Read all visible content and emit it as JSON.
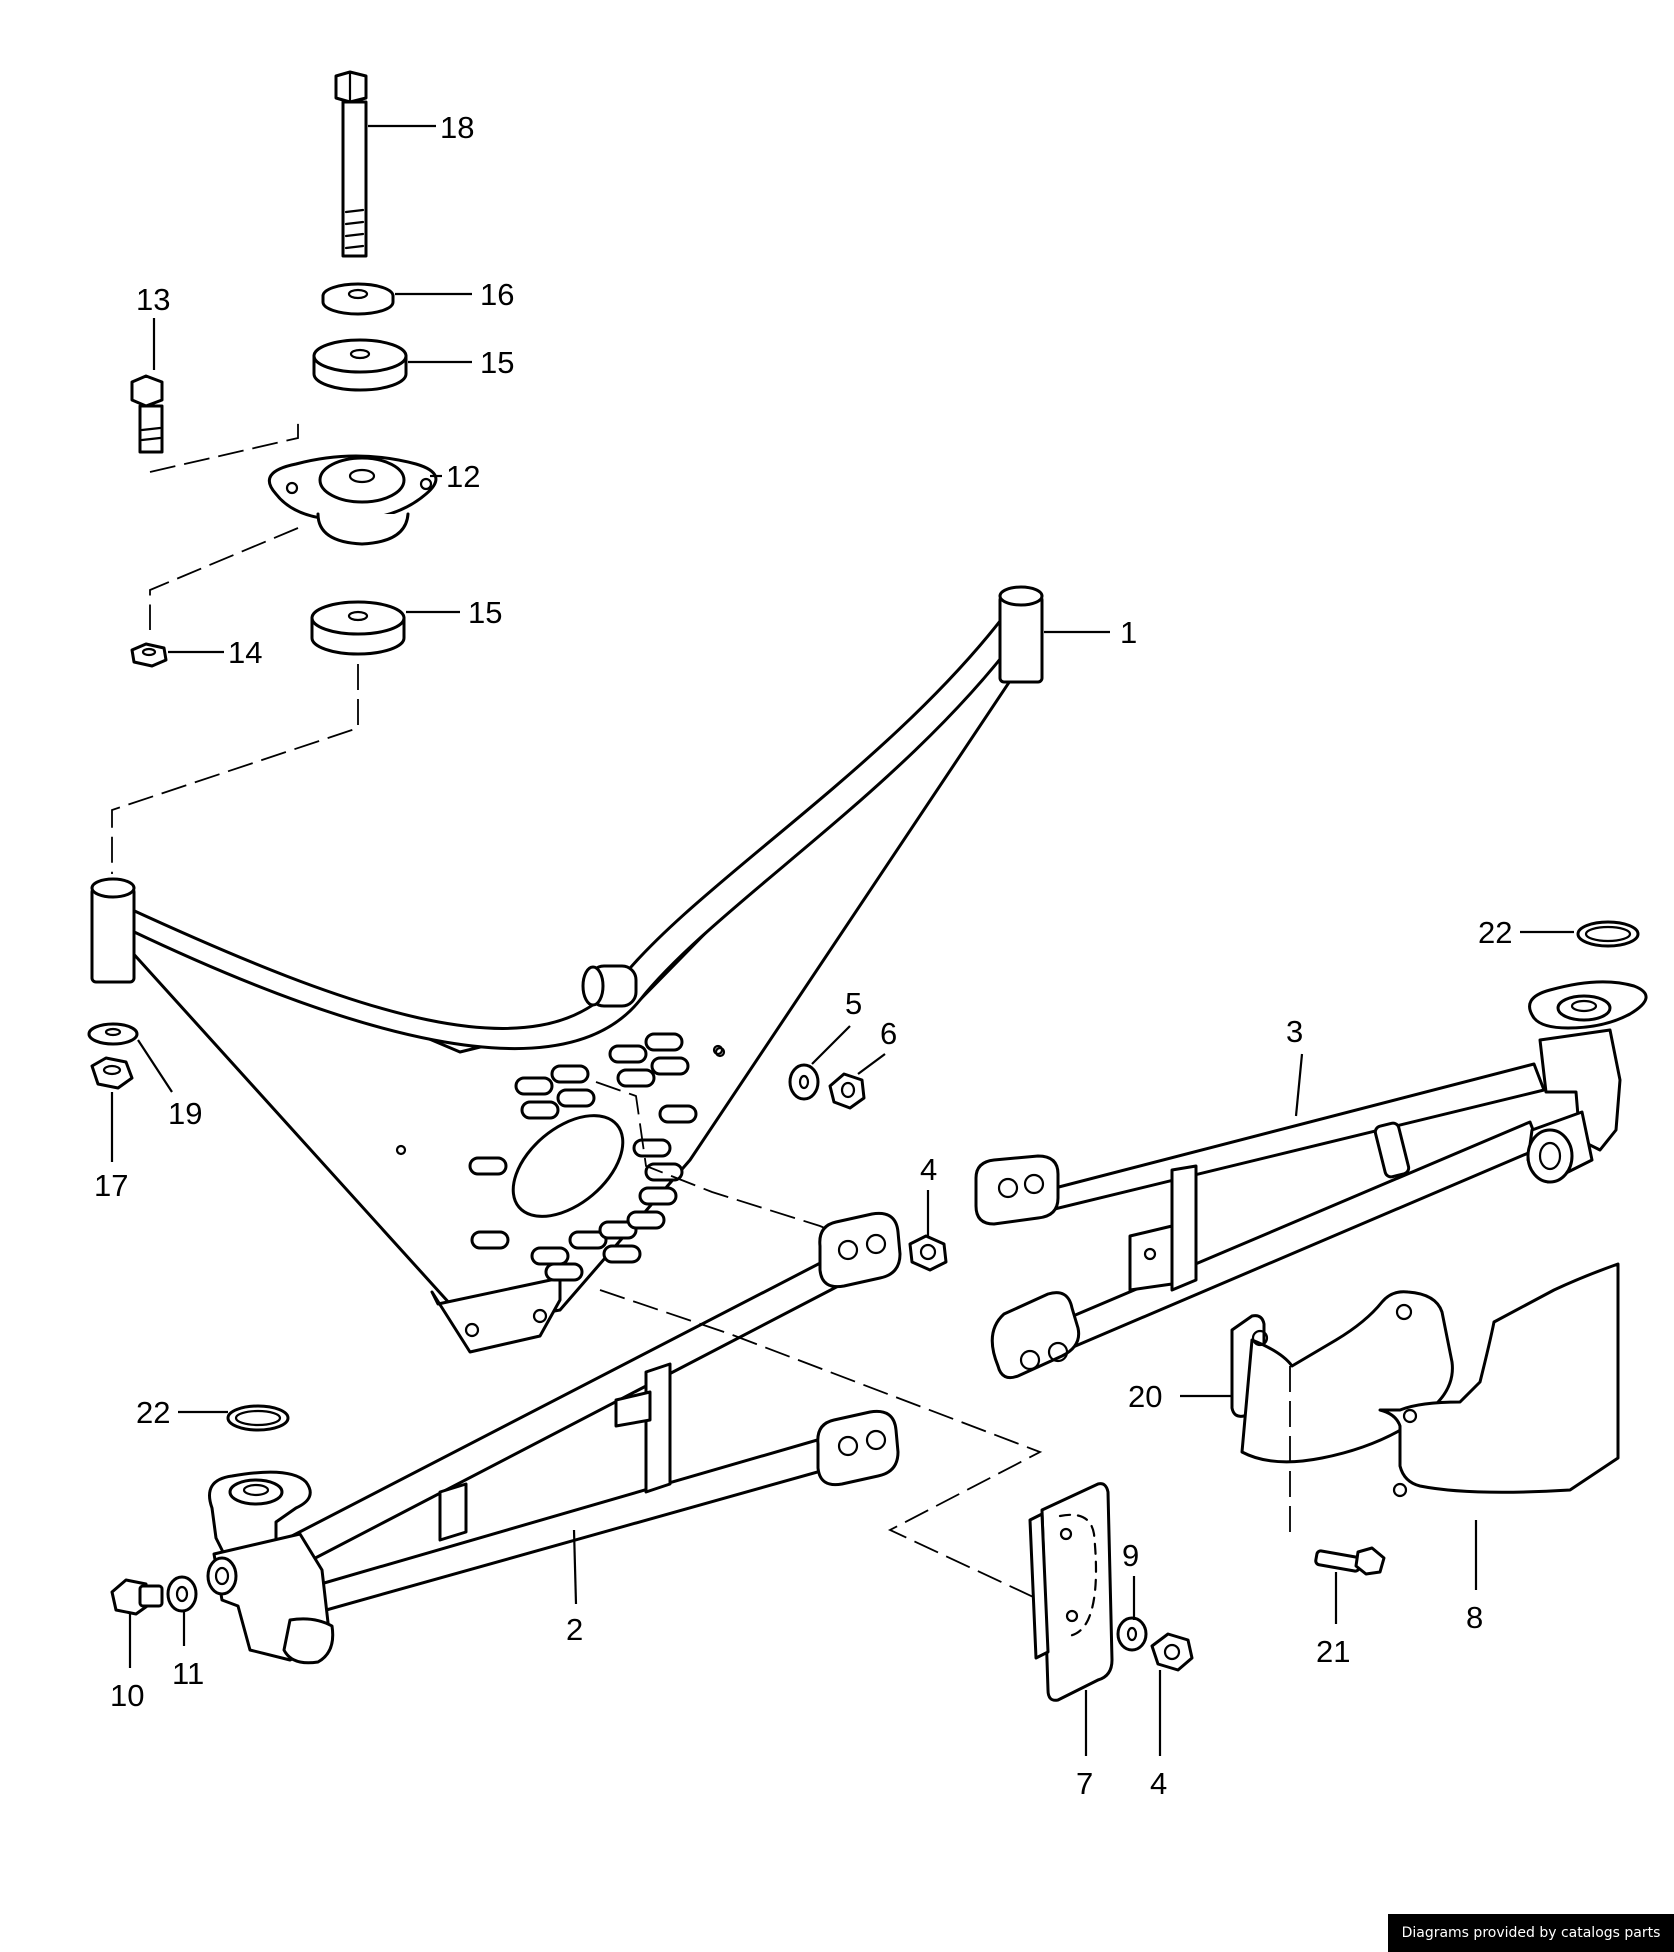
{
  "callouts": [
    {
      "id": "c18",
      "label": "18"
    },
    {
      "id": "c16",
      "label": "16"
    },
    {
      "id": "c15a",
      "label": "15"
    },
    {
      "id": "c13",
      "label": "13"
    },
    {
      "id": "c12",
      "label": "12"
    },
    {
      "id": "c15b",
      "label": "15"
    },
    {
      "id": "c14",
      "label": "14"
    },
    {
      "id": "c1",
      "label": "1"
    },
    {
      "id": "c22a",
      "label": "22"
    },
    {
      "id": "c3",
      "label": "3"
    },
    {
      "id": "c5",
      "label": "5"
    },
    {
      "id": "c6",
      "label": "6"
    },
    {
      "id": "c19",
      "label": "19"
    },
    {
      "id": "c17",
      "label": "17"
    },
    {
      "id": "c4a",
      "label": "4"
    },
    {
      "id": "c20",
      "label": "20"
    },
    {
      "id": "c22b",
      "label": "22"
    },
    {
      "id": "c9",
      "label": "9"
    },
    {
      "id": "c2",
      "label": "2"
    },
    {
      "id": "c21",
      "label": "21"
    },
    {
      "id": "c8",
      "label": "8"
    },
    {
      "id": "c10",
      "label": "10"
    },
    {
      "id": "c11",
      "label": "11"
    },
    {
      "id": "c7",
      "label": "7"
    },
    {
      "id": "c4b",
      "label": "4"
    }
  ],
  "footer": {
    "credit": "Diagrams provided by catalogs parts"
  }
}
